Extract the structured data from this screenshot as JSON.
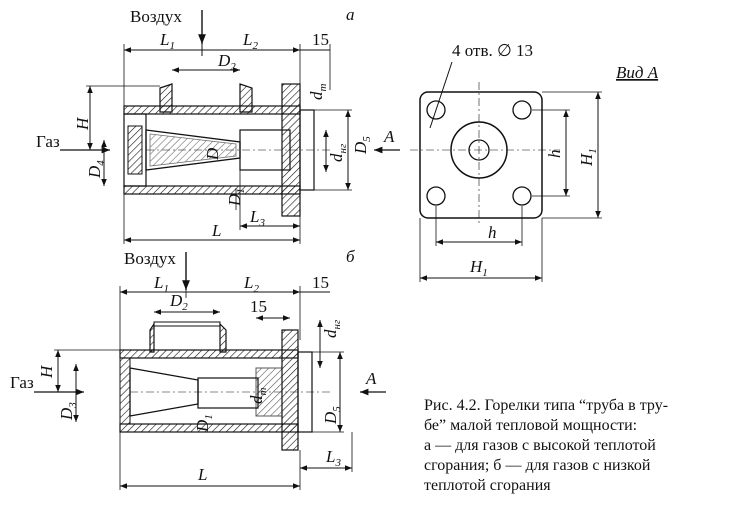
{
  "figure_a": {
    "panel_letter": "а",
    "air_label": "Воздух",
    "gas_label": "Газ",
    "view_arrow": "А",
    "dims": {
      "L1": "L",
      "L1_sub": "1",
      "L2": "L",
      "L2_sub": "2",
      "L3": "L",
      "L3_sub": "3",
      "L": "L",
      "fifteen": "15",
      "D2": "D",
      "D2_sub": "2",
      "D4": "D",
      "D4_sub": "4",
      "D1": "D",
      "D1_sub": "1",
      "D5": "D",
      "D5_sub": "5",
      "D": "D",
      "dT": "d",
      "dT_sub": "т",
      "dNG": "d",
      "dNG_sub": "нг",
      "H": "H"
    }
  },
  "figure_b": {
    "panel_letter": "б",
    "air_label": "Воздух",
    "gas_label": "Газ",
    "view_arrow": "А",
    "dims": {
      "L1": "L",
      "L1_sub": "1",
      "L2": "L",
      "L2_sub": "2",
      "L3": "L",
      "L3_sub": "3",
      "L": "L",
      "fifteen_top": "15",
      "fifteen_inner": "15",
      "D2": "D",
      "D2_sub": "2",
      "D3": "D",
      "D3_sub": "3",
      "D1": "D",
      "D1_sub": "1",
      "D5": "D",
      "D5_sub": "5",
      "dT": "d",
      "dT_sub": "т",
      "dNG": "d",
      "dNG_sub": "нг",
      "H": "H"
    }
  },
  "view_a": {
    "title": "Вид А",
    "holes_label": "4 отв. ∅ 13",
    "h_right": "h",
    "H1_right": "H",
    "H1_right_sub": "1",
    "h_bottom": "h",
    "H1_bottom": "H",
    "H1_bottom_sub": "1"
  },
  "caption": {
    "line1": "Рис. 4.2. Горелки типа  “труба в тру-",
    "line2": "бе” малой тепловой мощности:",
    "line3": "а — для газов с высокой теплотой",
    "line4": "сгорания; б — для газов с низкой",
    "line5": "теплотой сгорания"
  }
}
